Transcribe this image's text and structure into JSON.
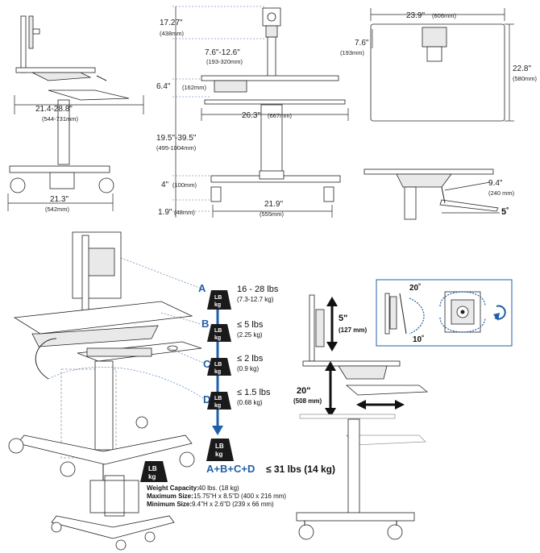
{
  "top_views": {
    "side": {
      "depth_in": "21.4-28.8\"",
      "depth_mm": "(544-731mm)",
      "base_in": "21.3\"",
      "base_mm": "(542mm)"
    },
    "front": {
      "monitor_height_in": "17.27\"",
      "monitor_height_mm": "(438mm)",
      "monitor_adjust_in": "7.6\"-12.6\"",
      "monitor_adjust_mm": "(193-320mm)",
      "worksurface_offset_in": "6.4\"",
      "worksurface_offset_mm": "(162mm)",
      "worksurface_width_in": "26.3\"",
      "worksurface_width_mm": "(667mm)",
      "height_range_in": "19.5\"-39.5\"",
      "height_range_mm": "(495-1004mm)",
      "wheel_height_in": "4\"",
      "wheel_height_mm": "(100mm)",
      "caster_in": "1.9\"",
      "caster_mm": "(48mm)",
      "base_width_in": "21.9\"",
      "base_width_mm": "(555mm)"
    },
    "top": {
      "width_in": "23.9\"",
      "width_mm": "(606mm)",
      "mast_in": "7.6\"",
      "mast_mm": "(193mm)",
      "depth_in": "22.8\"",
      "depth_mm": "(580mm)"
    },
    "tray": {
      "depth_in": "9.4\"",
      "depth_mm": "(240 mm)",
      "tilt": "5˚"
    }
  },
  "weights": {
    "unit": "LB\nkg",
    "items": [
      {
        "letter": "A",
        "lbs": "16 - 28 lbs",
        "kg": "(7.3-12.7 kg)"
      },
      {
        "letter": "B",
        "lbs": "≤ 5 lbs",
        "kg": "(2.25 kg)"
      },
      {
        "letter": "C",
        "lbs": "≤ 2 lbs",
        "kg": "(0.9 kg)"
      },
      {
        "letter": "D",
        "lbs": "≤ 1.5 lbs",
        "kg": "(0.68 kg)"
      }
    ],
    "total_label": "A+B+C+D",
    "total_value": "≤ 31 lbs (14 kg)"
  },
  "cpu_holder": {
    "capacity_label": "Weight Capacity:",
    "capacity_value": "40 lbs. (18 kg)",
    "max_label": "Maximum Size:",
    "max_value": "15.75\"H x 8.5\"D (400 x 216 mm)",
    "min_label": "Minimum Size:",
    "min_value": "9.4\"H x 2.6\"D (239 x 66 mm)"
  },
  "adjustment": {
    "tilt_up": "20˚",
    "tilt_down": "10˚",
    "monitor_lift_in": "5\"",
    "monitor_lift_mm": "(127 mm)",
    "height_in": "20\"",
    "height_mm": "(508 mm)"
  }
}
